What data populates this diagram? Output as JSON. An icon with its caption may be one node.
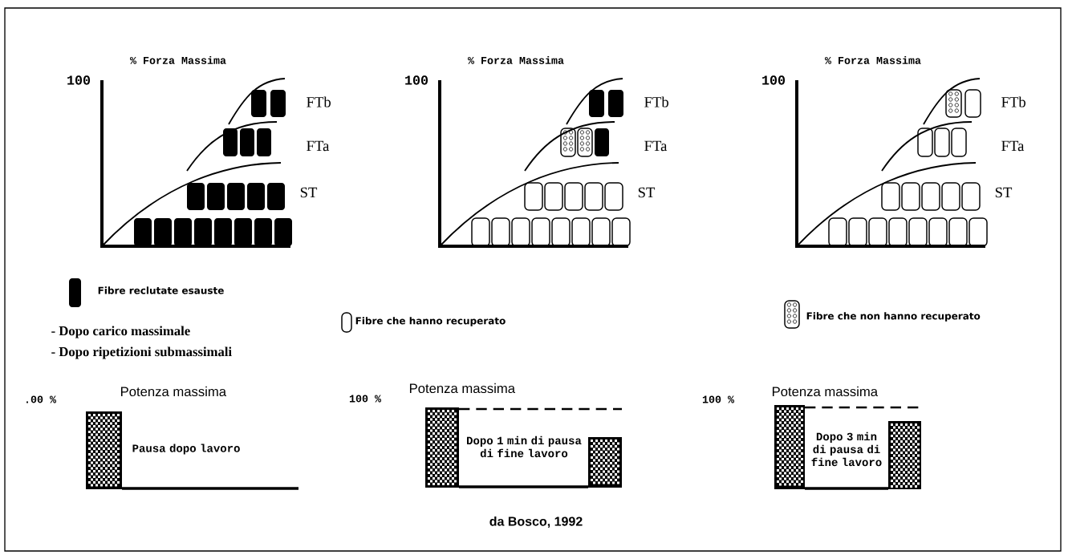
{
  "diagram": {
    "caption": "da Bosco, 1992",
    "labels": [
      "% Forza Massima",
      "% Forza Massima",
      "% Forza Massima",
      "100",
      "100",
      "100",
      "FTb",
      "FTb",
      "FTb",
      "FTa",
      "FTa",
      "FTa",
      "ST",
      "ST",
      "ST",
      "- Dopo carico massimale",
      "- Dopo ripetizioni submassimali",
      "Potenza massima",
      "Potenza massima",
      "Potenza massima",
      ".00 %",
      "100 %",
      "100 %",
      "Pausa dopo lavoro",
      "Dopo 1 min di pausa di fine lavoro",
      "Dopo 3 min di pausa di fine lavoro"
    ],
    "legend": [
      {
        "text": "Fibre reclutate esauste"
      },
      {
        "text": "Fibre che hanno recuperato"
      },
      {
        "text": "Fibre che non hanno recuperato"
      }
    ]
  }
}
